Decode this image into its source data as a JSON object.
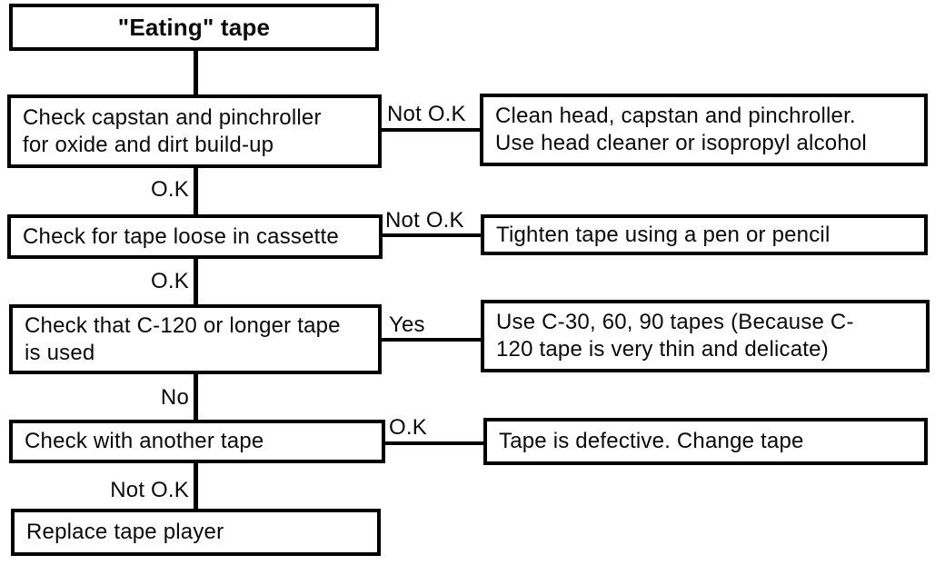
{
  "diagram": {
    "start": "\"Eating\" tape",
    "rows": [
      {
        "check": "Check capstan and pinchroller\nfor oxide and dirt build-up",
        "branch_label": "Not O.K",
        "action": "Clean head, capstan and pinchroller.\nUse head cleaner or isopropyl alcohol",
        "next_label": "O.K"
      },
      {
        "check": "Check for tape loose in cassette",
        "branch_label": "Not O.K",
        "action": "Tighten tape using a pen or pencil",
        "next_label": "O.K"
      },
      {
        "check": "Check that C-120 or longer tape\nis used",
        "branch_label": "Yes",
        "action": "Use C-30, 60, 90 tapes (Because C-\n120 tape is very thin and delicate)",
        "next_label": "No"
      },
      {
        "check": "Check with another tape",
        "branch_label": "O.K",
        "action": "Tape is defective. Change tape",
        "next_label": "Not O.K"
      }
    ],
    "end": "Replace tape player",
    "colors": {
      "ink": "#000000",
      "background": "#ffffff"
    }
  }
}
